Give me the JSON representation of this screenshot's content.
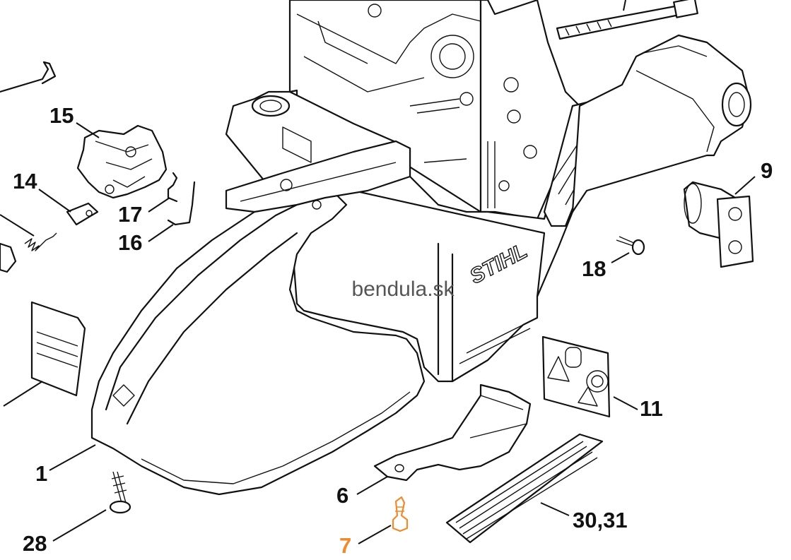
{
  "watermark": "bendula.sk",
  "brand_mark": "STIHL",
  "callouts": [
    {
      "id": "15",
      "label": "15"
    },
    {
      "id": "14",
      "label": "14"
    },
    {
      "id": "17",
      "label": "17"
    },
    {
      "id": "16",
      "label": "16"
    },
    {
      "id": "9",
      "label": "9"
    },
    {
      "id": "18",
      "label": "18"
    },
    {
      "id": "11",
      "label": "11"
    },
    {
      "id": "1",
      "label": "1"
    },
    {
      "id": "6",
      "label": "6"
    },
    {
      "id": "30-31",
      "label": "30,31"
    },
    {
      "id": "28",
      "label": "28"
    },
    {
      "id": "7",
      "label": "7"
    }
  ],
  "highlight": {
    "label": "7",
    "color": "#f08a2c"
  },
  "colors": {
    "line": "#111111",
    "background": "#ffffff",
    "watermark": "#555555"
  }
}
